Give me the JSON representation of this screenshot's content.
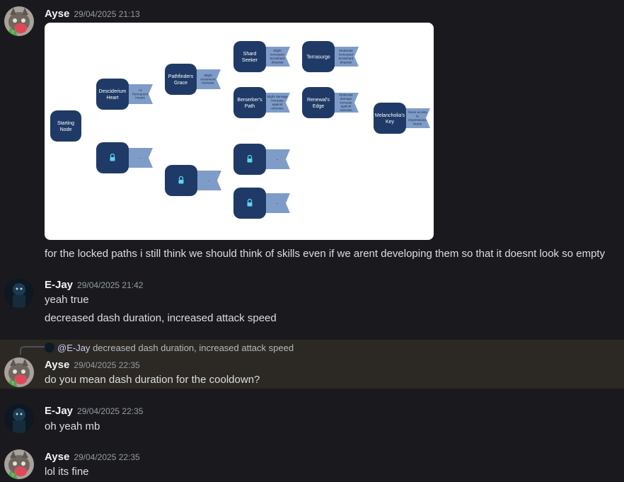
{
  "messages": [
    {
      "author": "Ayse",
      "timestamp": "29/04/2025 21:13",
      "text": "for the locked paths i still think we should think of skills even if we arent developing them so that it doesnt look so empty"
    },
    {
      "author": "E-Jay",
      "timestamp": "29/04/2025 21:42",
      "lines": [
        "yeah true",
        "decreased dash duration, increased attack speed"
      ]
    },
    {
      "author": "Ayse",
      "timestamp": "29/04/2025 22:35",
      "reply": {
        "mention": "@E-Jay",
        "text": "decreased dash duration, increased attack speed"
      },
      "text": "do you mean dash duration for the cooldown?"
    },
    {
      "author": "E-Jay",
      "timestamp": "29/04/2025 22:35",
      "text": "oh yeah mb"
    },
    {
      "author": "Ayse",
      "timestamp": "29/04/2025 22:35",
      "text": "lol its fine"
    }
  ],
  "skill_tree": {
    "nodes": [
      {
        "id": "start",
        "label": [
          "Starting",
          "Node"
        ],
        "desc": []
      },
      {
        "id": "desciderium",
        "label": [
          "Desciderium",
          "Heart"
        ],
        "desc": [
          "+2",
          "Permanent",
          "Hearts"
        ]
      },
      {
        "id": "pathfinders",
        "label": [
          "Pathfinders",
          "Grace"
        ],
        "desc": [
          "Slight",
          "movement",
          "increase"
        ]
      },
      {
        "id": "shard",
        "label": [
          "Shard",
          "Seeker"
        ],
        "desc": [
          "Slight",
          "increased",
          "terrashard",
          "droprate"
        ]
      },
      {
        "id": "terrasurge",
        "label": [
          "Terrasurge"
        ],
        "desc": [
          "Moderate",
          "increased",
          "terrashard",
          "droprate"
        ]
      },
      {
        "id": "berserker",
        "label": [
          "Berserker's",
          "Path"
        ],
        "desc": [
          "Slight damage",
          "increase",
          "against",
          "enemies"
        ]
      },
      {
        "id": "renewal",
        "label": [
          "Renewal's",
          "Edge"
        ],
        "desc": [
          "Moderate",
          "damage",
          "increase",
          "against",
          "enemies"
        ]
      },
      {
        "id": "melancholia",
        "label": [
          "Melancholia's",
          "Key"
        ],
        "desc": [
          "Gives access",
          "to",
          "Depressions",
          "Home"
        ]
      },
      {
        "id": "lock1",
        "locked": true,
        "desc": [
          "--"
        ]
      },
      {
        "id": "lock2",
        "locked": true,
        "desc": [
          "--"
        ]
      },
      {
        "id": "lock3",
        "locked": true,
        "desc": [
          "--"
        ]
      },
      {
        "id": "lock4",
        "locked": true,
        "desc": [
          "--"
        ]
      }
    ],
    "colors": {
      "node": "#1f3a66",
      "ribbon": "#7f9cc9",
      "lock": "#5fd3f3"
    }
  }
}
